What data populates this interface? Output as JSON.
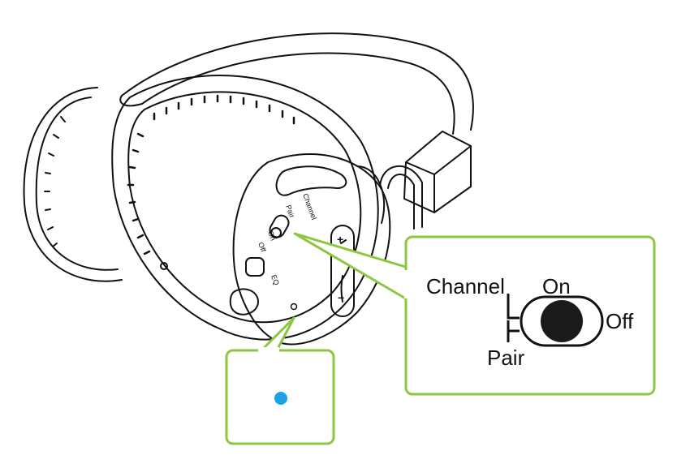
{
  "colors": {
    "callout_border": "#8dc63f",
    "led": "#1aa3e8",
    "line": "#111111",
    "knob": "#1a1a1a"
  },
  "device": {
    "channel_small": "Channel",
    "pair_small": "Pair",
    "on_small": "On",
    "off_small": "Off",
    "eq_small": "EQ",
    "plus_symbol": "+",
    "minus_symbol": "−"
  },
  "switch_callout": {
    "channel": "Channel",
    "on": "On",
    "off": "Off",
    "pair": "Pair"
  },
  "led_callout": {
    "led_color_name": "blue",
    "state": "on"
  }
}
